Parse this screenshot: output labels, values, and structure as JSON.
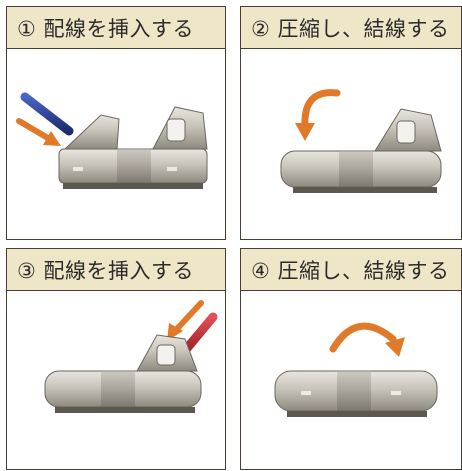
{
  "steps": [
    {
      "label": "① 配線を挿入する"
    },
    {
      "label": "② 圧縮し、結線する"
    },
    {
      "label": "③ 配線を挿入する"
    },
    {
      "label": "④ 圧縮し、結線する"
    }
  ],
  "colors": {
    "header_bg": "#efe6c8",
    "border": "#4a3f35",
    "arrow": "#e07a2a",
    "wire_blue": "#2a3f8f",
    "wire_red": "#c8282e",
    "connector": "#bdb8ae"
  }
}
